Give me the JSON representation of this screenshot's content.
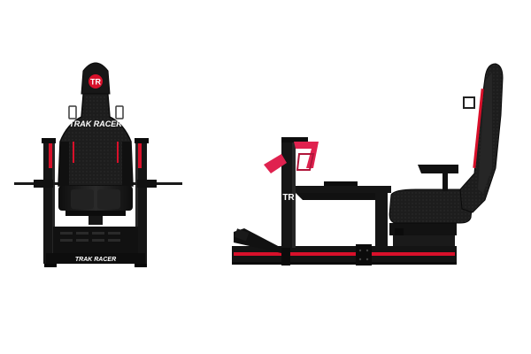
{
  "brand": {
    "name": "TRAK RACER",
    "monogram": "TR"
  },
  "colors": {
    "background": "#ffffff",
    "frame": "#141414",
    "seat": "#1c1c1c",
    "accent_red": "#d8102a",
    "shifter_pink": "#e0224f"
  },
  "views": {
    "front": {
      "name": "front-view"
    },
    "side": {
      "name": "side-view"
    }
  }
}
